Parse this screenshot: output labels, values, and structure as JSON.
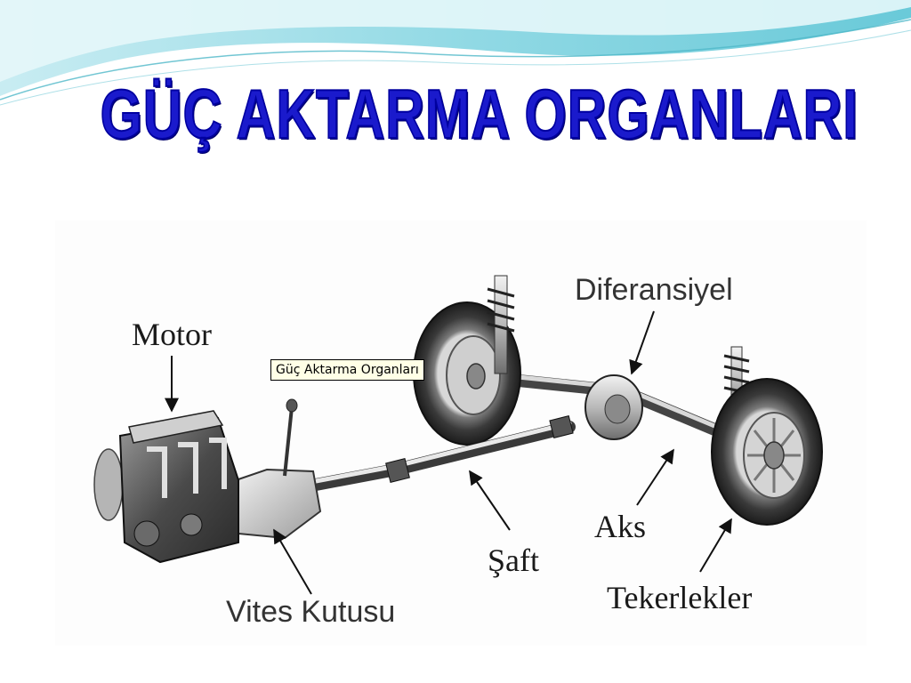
{
  "slide": {
    "title": "GÜÇ AKTARMA ORGANLARI",
    "title_color": "#1a1acc",
    "accent_wave": "#5bc8d6"
  },
  "diagram": {
    "tooltip": "Güç Aktarma Organları",
    "labels": {
      "motor": "Motor",
      "vites_kutusu": "Vites Kutusu",
      "saft": "Şaft",
      "diferansiyel": "Diferansiyel",
      "aks": "Aks",
      "tekerlekler": "Tekerlekler"
    }
  }
}
